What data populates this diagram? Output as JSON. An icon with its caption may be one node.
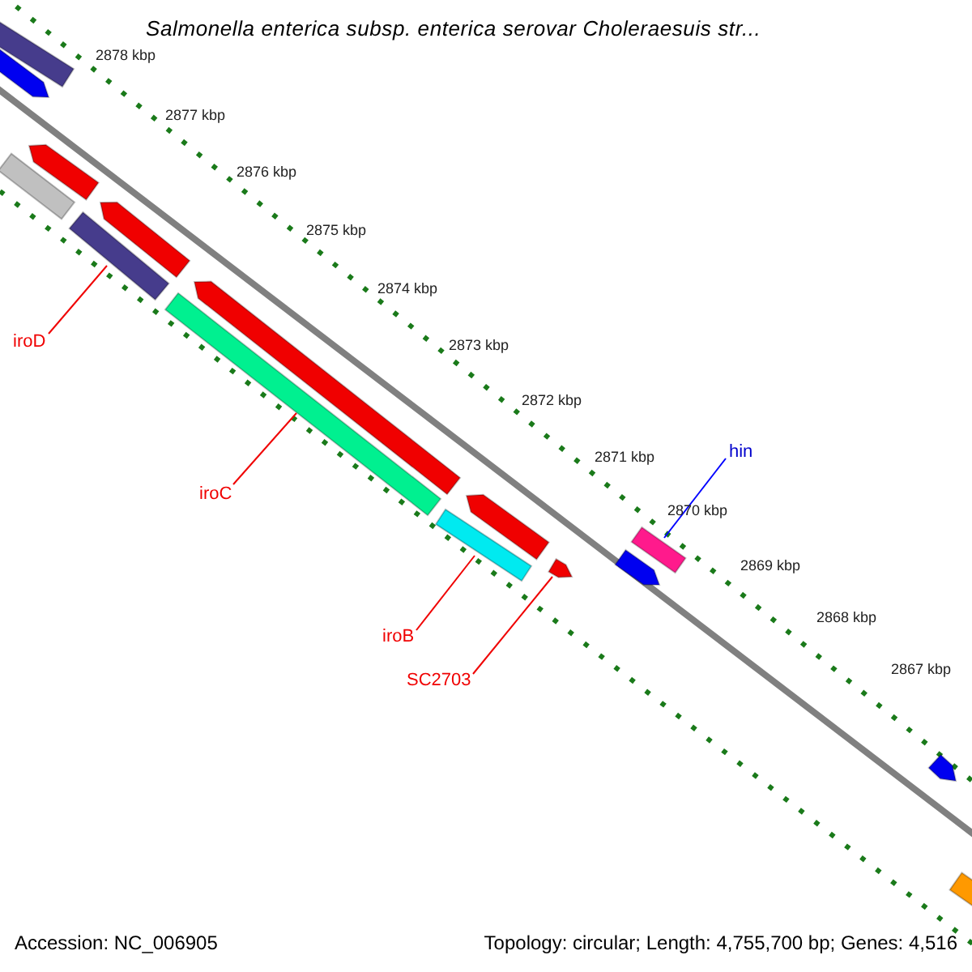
{
  "diagram": {
    "title": "Salmonella enterica subsp. enterica serovar Choleraesuis str...",
    "nodes": [
      {
        "text": [],
        "shape": "bar"
      },
      {
        "text": [],
        "shape": "bar"
      },
      {
        "text": [],
        "shape": "bar"
      },
      {
        "text": [],
        "shape": "bar"
      },
      {
        "text": [],
        "shape": "bar"
      },
      {
        "text": [],
        "shape": "bar"
      },
      {
        "text": [],
        "shape": "bar"
      },
      {
        "text": [],
        "shape": "bar"
      },
      {
        "text": [],
        "shape": "bar"
      },
      {
        "text": [],
        "shape": "bar"
      },
      {
        "text": [],
        "shape": "bar"
      },
      {
        "text": [],
        "shape": "bar"
      },
      {
        "text": [],
        "shape": "bar"
      },
      {
        "text": [],
        "shape": "bar"
      },
      {
        "text": [],
        "shape": "bar"
      },
      {
        "text": [
          "iroD"
        ]
      },
      {
        "text": [
          "iroC"
        ]
      },
      {
        "text": [
          "iroB"
        ]
      },
      {
        "text": [
          "SC2703"
        ]
      },
      {
        "text": [
          "hin"
        ]
      }
    ],
    "edges": [
      {
        "from": 15,
        "to": 5,
        "arrow": "none"
      },
      {
        "from": 16,
        "to": 7,
        "arrow": "none"
      },
      {
        "from": 17,
        "to": 9,
        "arrow": "none"
      },
      {
        "from": 18,
        "to": 10,
        "arrow": "none"
      },
      {
        "from": 19,
        "to": 11,
        "arrow": "none",
        "color": "#0000ff"
      }
    ],
    "labels": [
      "2878 kbp",
      "2877 kbp",
      "2876 kbp",
      "2875 kbp",
      "2874 kbp",
      "2873 kbp",
      "2872 kbp",
      "2871 kbp",
      "2870 kbp",
      "2869 kbp",
      "2868 kbp",
      "2867 kbp",
      "Accession: NC_006905",
      "Topology: circular; Length: 4,755,700 bp; Genes: 4,516"
    ]
  }
}
